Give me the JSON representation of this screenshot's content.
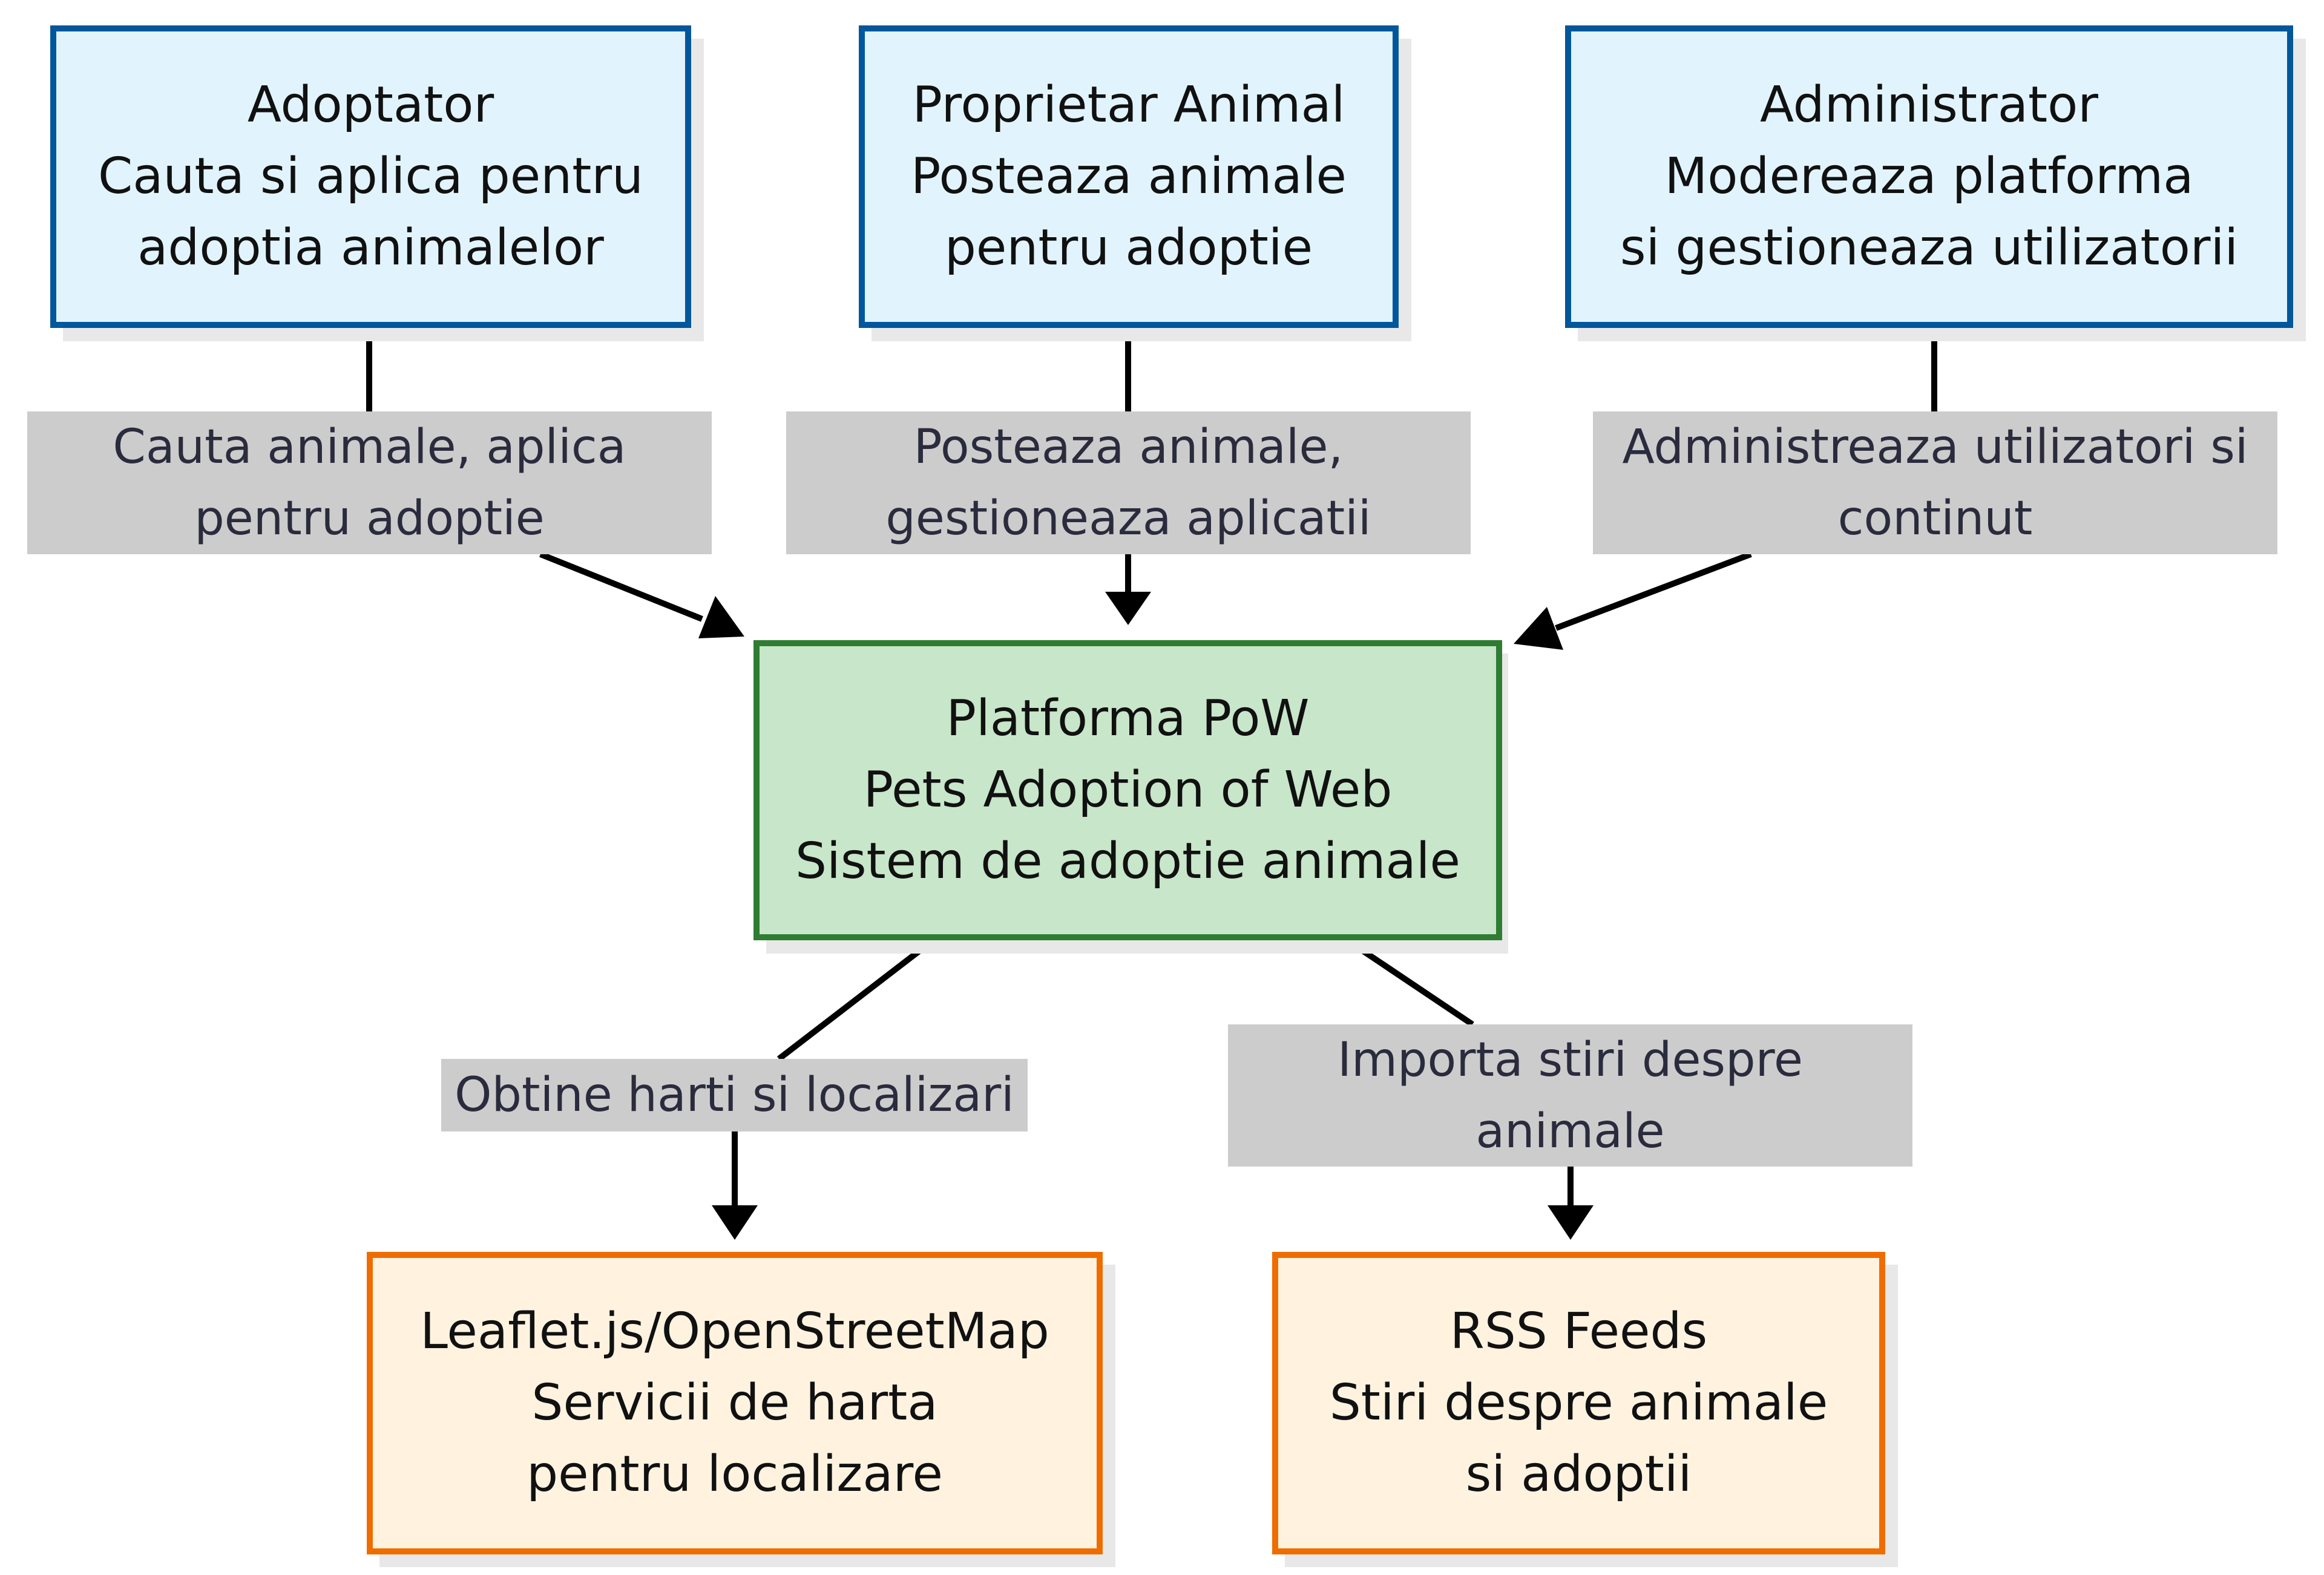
{
  "colors": {
    "actor_fill": "#e1f4fd",
    "actor_border": "#01579b",
    "system_fill": "#c8e6c9",
    "system_border": "#2e7d32",
    "external_fill": "#fff3e0",
    "external_border": "#ef6c00",
    "edge_label_fill": "#cccccc",
    "edge_color": "#000000"
  },
  "actors": [
    {
      "lines": [
        "Adoptator",
        "Cauta si aplica pentru",
        "adoptia animalelor"
      ]
    },
    {
      "lines": [
        "Proprietar Animal",
        "Posteaza animale",
        "pentru adoptie"
      ]
    },
    {
      "lines": [
        "Administrator",
        "Modereaza platforma",
        "si gestioneaza utilizatorii"
      ]
    }
  ],
  "system": {
    "lines": [
      "Platforma PoW",
      "Pets Adoption of Web",
      "Sistem de adoptie animale"
    ]
  },
  "externals": [
    {
      "lines": [
        "Leaflet.js/OpenStreetMap",
        "Servicii de harta",
        "pentru localizare"
      ]
    },
    {
      "lines": [
        "RSS Feeds",
        "Stiri despre animale",
        "si adoptii"
      ]
    }
  ],
  "edges": [
    {
      "from": "Adoptator",
      "to": "Platforma PoW",
      "label_lines": [
        "Cauta animale, aplica",
        "pentru adoptie"
      ]
    },
    {
      "from": "Proprietar Animal",
      "to": "Platforma PoW",
      "label_lines": [
        "Posteaza animale,",
        "gestioneaza aplicatii"
      ]
    },
    {
      "from": "Administrator",
      "to": "Platforma PoW",
      "label_lines": [
        "Administreaza utilizatori si",
        "continut"
      ]
    },
    {
      "from": "Platforma PoW",
      "to": "Leaflet.js/OpenStreetMap",
      "label_lines": [
        "Obtine harti si localizari"
      ]
    },
    {
      "from": "Platforma PoW",
      "to": "RSS Feeds",
      "label_lines": [
        "Importa stiri despre",
        "animale"
      ]
    }
  ]
}
